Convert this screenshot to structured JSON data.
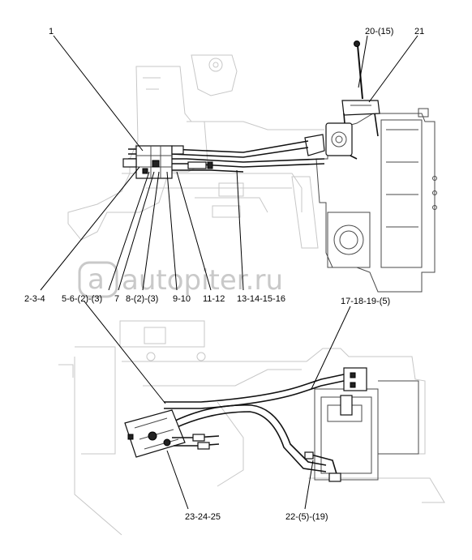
{
  "callouts": [
    {
      "id": "c1",
      "text": "1"
    },
    {
      "id": "c20",
      "text": "20-(15)"
    },
    {
      "id": "c21",
      "text": "21"
    },
    {
      "id": "c234",
      "text": "2-3-4"
    },
    {
      "id": "c56",
      "text": "5-6-(2)-(3)"
    },
    {
      "id": "c7",
      "text": "7"
    },
    {
      "id": "c8",
      "text": "8-(2)-(3)"
    },
    {
      "id": "c910",
      "text": "9-10"
    },
    {
      "id": "c1112",
      "text": "11-12"
    },
    {
      "id": "c1316",
      "text": "13-14-15-16"
    },
    {
      "id": "c1719",
      "text": "17-18-19-(5)"
    },
    {
      "id": "c2325",
      "text": "23-24-25"
    },
    {
      "id": "c22",
      "text": "22-(5)-(19)"
    }
  ],
  "watermark": "autopiter.ru"
}
